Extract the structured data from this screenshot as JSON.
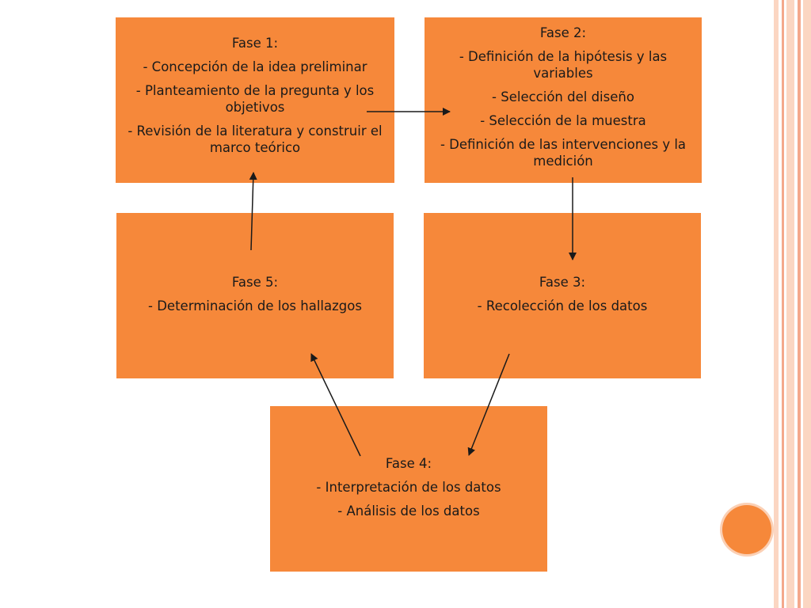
{
  "diagram": {
    "phases": [
      {
        "title": "Fase 1:",
        "items": [
          "- Concepción de la idea preliminar",
          "- Planteamiento de la pregunta y los objetivos",
          "- Revisión de la literatura y construir el marco teórico"
        ]
      },
      {
        "title": "Fase 2:",
        "items": [
          "- Definición de la hipótesis y las variables",
          "- Selección del diseño",
          "- Selección de la muestra",
          "- Definición de las intervenciones y la medición"
        ]
      },
      {
        "title": "Fase 3:",
        "items": [
          "- Recolección de los datos"
        ]
      },
      {
        "title": "Fase 4:",
        "items": [
          "- Interpretación de los datos",
          "- Análisis de los datos"
        ]
      },
      {
        "title": "Fase 5:",
        "items": [
          "- Determinación de los hallazgos"
        ]
      }
    ]
  },
  "colors": {
    "box_fill": "#f6883a",
    "stripe_light": "#fbd0b5",
    "stripe_mid": "#f4a88c",
    "arrow": "#1a1a1a"
  }
}
